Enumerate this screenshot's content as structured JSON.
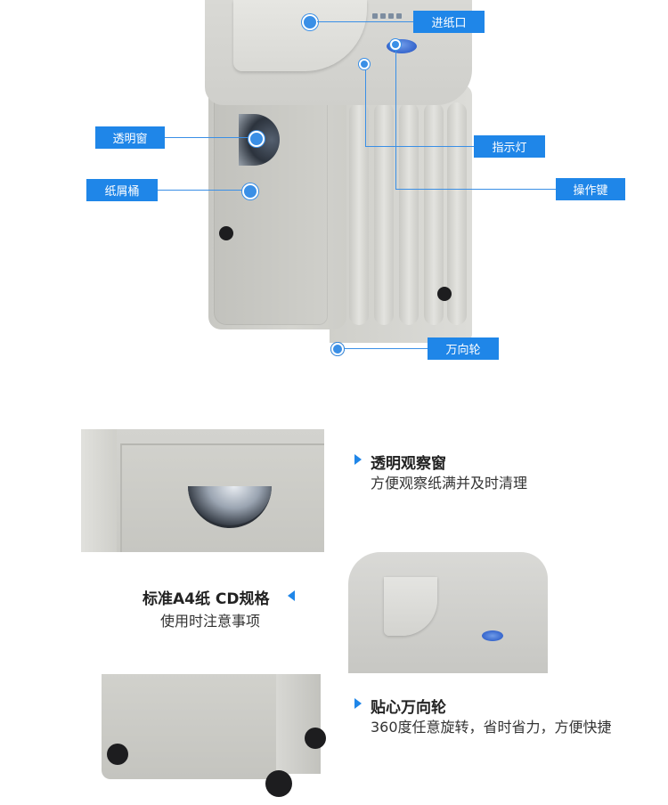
{
  "callouts": {
    "paper_inlet": "进纸口",
    "indicator_light": "指示灯",
    "control_key": "操作键",
    "transparent_window": "透明窗",
    "scrap_bin": "纸屑桶",
    "caster_wheels": "万向轮"
  },
  "features": [
    {
      "title": "透明观察窗",
      "subtitle": "方便观察纸满并及时清理"
    },
    {
      "title": "标准A4纸 CD规格",
      "subtitle": "使用时注意事项"
    },
    {
      "title": "贴心万向轮",
      "subtitle": "360度任意旋转，省时省力，方便快捷"
    }
  ],
  "colors": {
    "accent": "#1f86e8",
    "tag_bg": "#1f86e8"
  }
}
